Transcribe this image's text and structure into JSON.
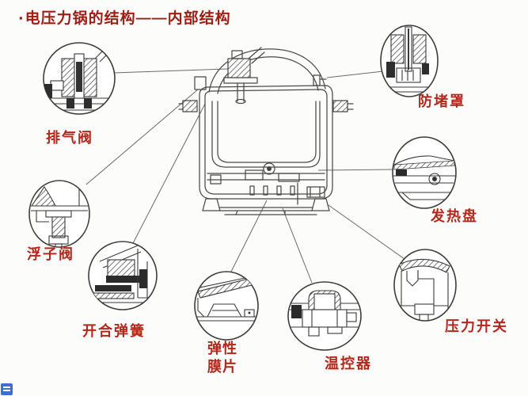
{
  "title": {
    "bullet": "▪",
    "text": "电压力锅的结构——内部结构"
  },
  "diagram_subject": "electric pressure cooker internal structure",
  "callouts": [
    {
      "part": "exhaust-valve",
      "label": "排气阀"
    },
    {
      "part": "anti-block-cover",
      "label": "防堵罩"
    },
    {
      "part": "float-valve",
      "label": "浮子阀"
    },
    {
      "part": "heating-plate",
      "label": "发热盘"
    },
    {
      "part": "open-close-spring",
      "label": "开合弹簧"
    },
    {
      "part": "elastic-diaphragm",
      "label": "弹性膜片"
    },
    {
      "part": "temperature-controller",
      "label": "温控器"
    },
    {
      "part": "pressure-switch",
      "label": "压力开关"
    }
  ],
  "colors": {
    "label_red": "#b3271c",
    "title_red": "#9e1d15",
    "line_gray": "#4a4a4a",
    "background": "#fcfcfa",
    "watermark_blue": "#3b6fd2"
  }
}
